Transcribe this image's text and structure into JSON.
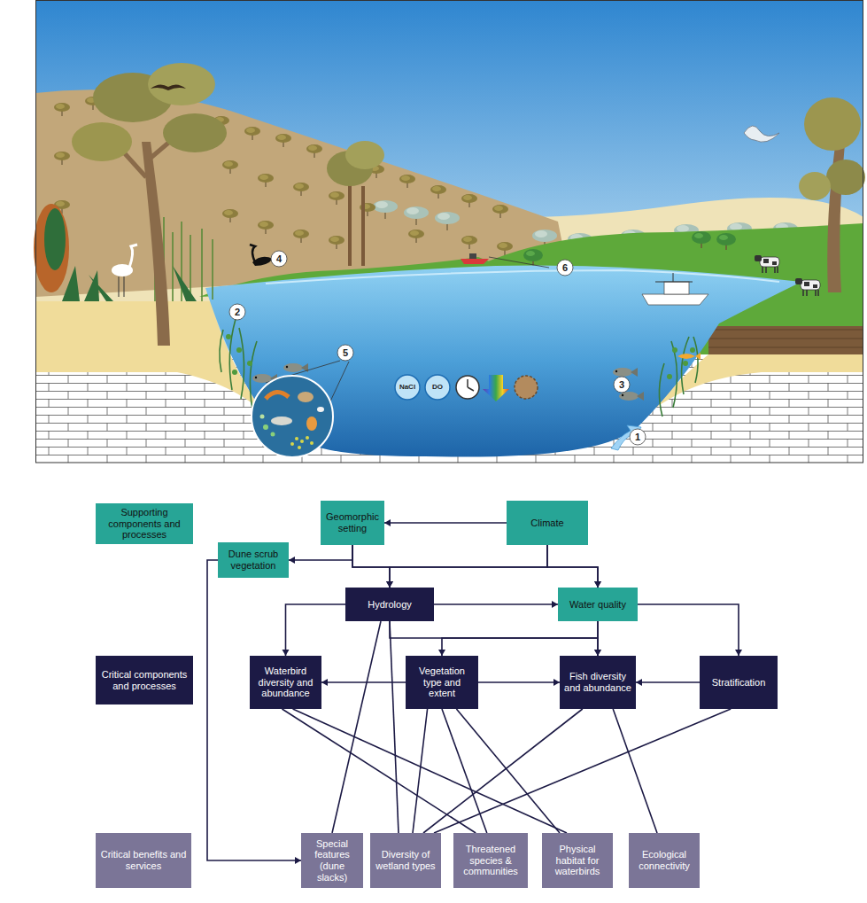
{
  "diagram": {
    "nodes": [
      {
        "text": [
          "Supporting components and processes"
        ]
      },
      {
        "text": [
          "Geomorphic setting"
        ]
      },
      {
        "text": [
          "Climate"
        ]
      },
      {
        "text": [
          "Dune scrub vegetation"
        ]
      },
      {
        "text": [
          "Hydrology"
        ]
      },
      {
        "text": [
          "Water quality"
        ]
      },
      {
        "text": [
          "Critical components and processes"
        ]
      },
      {
        "text": [
          "Waterbird diversity and abundance"
        ]
      },
      {
        "text": [
          "Vegetation type and extent"
        ]
      },
      {
        "text": [
          "Fish diversity and abundance"
        ]
      },
      {
        "text": [
          "Stratification"
        ]
      },
      {
        "text": [
          "Critical benefits and services"
        ]
      },
      {
        "text": [
          "Special features (dune slacks)"
        ]
      },
      {
        "text": [
          "Diversity of wetland types"
        ]
      },
      {
        "text": [
          "Threatened species & communities"
        ]
      },
      {
        "text": [
          "Physical habitat for waterbirds"
        ]
      },
      {
        "text": [
          "Ecological connectivity"
        ]
      }
    ],
    "edges": [
      {
        "from": 2,
        "to": 1,
        "arrow": "to"
      },
      {
        "from": 1,
        "to": 3,
        "arrow": "to"
      },
      {
        "from": 1,
        "to": 4,
        "arrow": "to"
      },
      {
        "from": 2,
        "to": 4,
        "arrow": "to"
      },
      {
        "from": 1,
        "to": 5,
        "arrow": "to"
      },
      {
        "from": 2,
        "to": 5,
        "arrow": "to"
      },
      {
        "from": 3,
        "to": 12,
        "arrow": "to"
      },
      {
        "from": 4,
        "to": 5,
        "arrow": "to"
      },
      {
        "from": 4,
        "to": 7,
        "arrow": "to"
      },
      {
        "from": 4,
        "to": 9,
        "arrow": "to"
      },
      {
        "from": 5,
        "to": 8,
        "arrow": "to"
      },
      {
        "from": 5,
        "to": 9,
        "arrow": "to"
      },
      {
        "from": 5,
        "to": 10,
        "arrow": "to"
      },
      {
        "from": 8,
        "to": 7,
        "arrow": "to"
      },
      {
        "from": 8,
        "to": 9,
        "arrow": "to"
      },
      {
        "from": 10,
        "to": 9,
        "arrow": "to"
      },
      {
        "from": 4,
        "to": 12,
        "arrow": "none"
      },
      {
        "from": 4,
        "to": 13,
        "arrow": "none"
      },
      {
        "from": 7,
        "to": 14,
        "arrow": "none"
      },
      {
        "from": 7,
        "to": 15,
        "arrow": "none"
      },
      {
        "from": 8,
        "to": 13,
        "arrow": "none"
      },
      {
        "from": 8,
        "to": 14,
        "arrow": "none"
      },
      {
        "from": 8,
        "to": 15,
        "arrow": "none"
      },
      {
        "from": 9,
        "to": 13,
        "arrow": "none"
      },
      {
        "from": 9,
        "to": 16,
        "arrow": "none"
      },
      {
        "from": 10,
        "to": 13,
        "arrow": "none"
      }
    ],
    "labels": [
      "1",
      "2",
      "3",
      "4",
      "5",
      "6",
      "NaCl",
      "DO"
    ]
  }
}
